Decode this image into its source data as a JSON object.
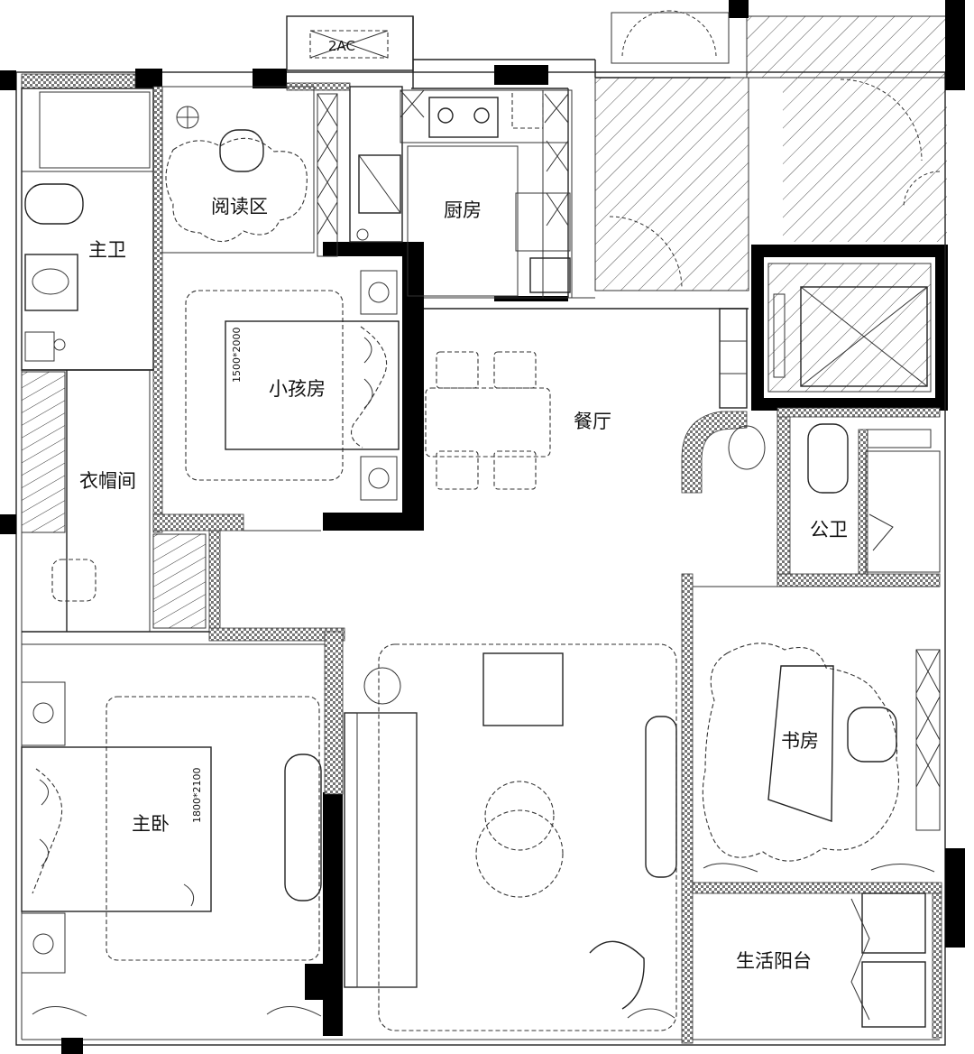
{
  "rooms": {
    "reading": "阅读区",
    "kitchen": "厨房",
    "master_bath": "主卫",
    "kids_room": "小孩房",
    "dining": "餐厅",
    "closet": "衣帽间",
    "public_bath": "公卫",
    "study": "书房",
    "master_bedroom": "主卧",
    "utility_balcony": "生活阳台"
  },
  "labels": {
    "ac": "2AC",
    "kids_bed_size": "1500*2000",
    "master_bed_size": "1800*2100"
  }
}
